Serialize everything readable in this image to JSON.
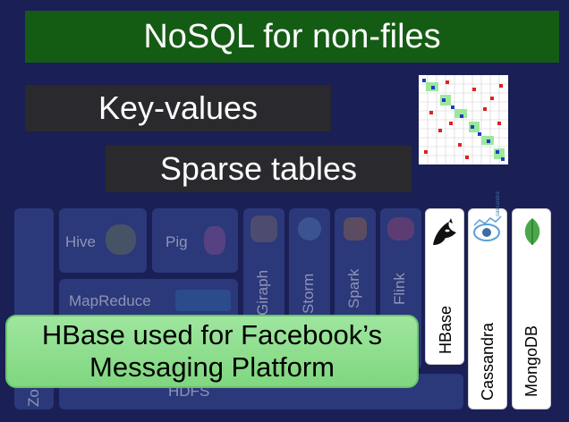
{
  "title": "NoSQL for non-files",
  "boxes": {
    "key_values": "Key-values",
    "sparse_tables": "Sparse tables"
  },
  "stack": {
    "hive": "Hive",
    "pig": "Pig",
    "mapreduce": "MapReduce",
    "hdfs": "HDFS",
    "zookeeper_partial": "Zo",
    "giraph": "Giraph",
    "storm": "Storm",
    "spark": "Spark",
    "flink": "Flink"
  },
  "nosql": {
    "hbase": "HBase",
    "cassandra": "Cassandra",
    "cassandra_logo": "cassandra",
    "mongodb": "MongoDB"
  },
  "callout": {
    "line1": "HBase used for Facebook’s",
    "line2": "Messaging Platform"
  },
  "colors": {
    "background": "#1a1f55",
    "banner": "#145c14",
    "callout": "#8fe08f"
  }
}
